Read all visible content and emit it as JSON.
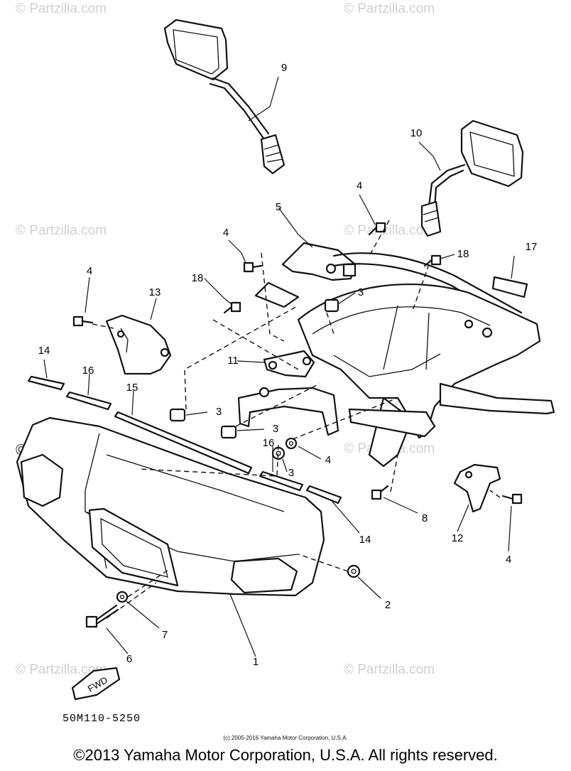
{
  "watermark": "© Partzilla.com",
  "diagram_code": "50M110-5250",
  "fwd_label": "FWD",
  "small_copyright": "(c) 2005-2016 Yamaha Motor Corporation, U.S.A.",
  "footer": "©2013 Yamaha Motor Corporation, U.S.A. All rights reserved.",
  "callouts": [
    "9",
    "10",
    "4",
    "5",
    "4",
    "18",
    "17",
    "18",
    "3",
    "4",
    "13",
    "11",
    "14",
    "16",
    "15",
    "3",
    "3",
    "16",
    "4",
    "3",
    "8",
    "14",
    "12",
    "4",
    "2",
    "7",
    "6",
    "1"
  ]
}
